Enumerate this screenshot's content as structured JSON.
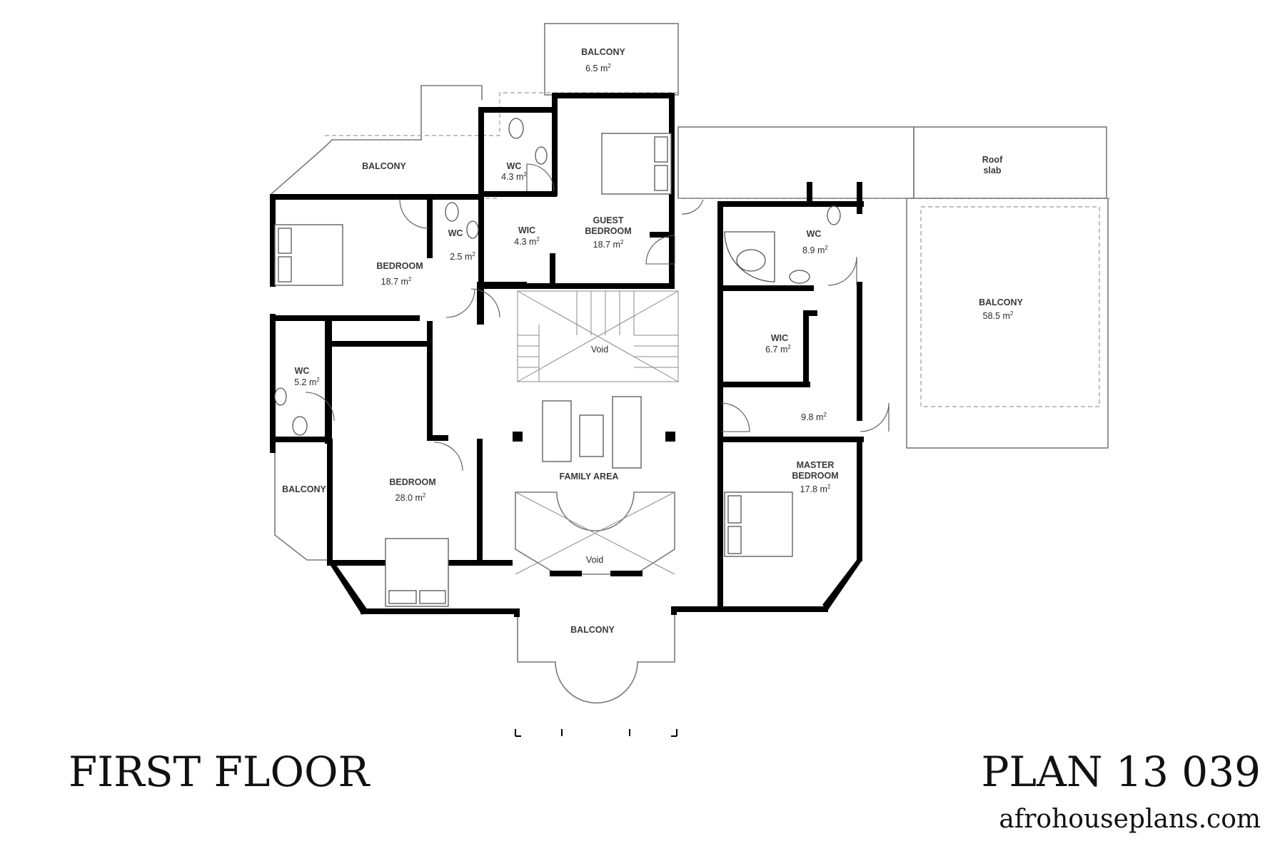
{
  "drawing": {
    "title": "FIRST FLOOR",
    "plan_number": "PLAN 13 039",
    "website": "afrohouseplans.com",
    "area_unit": "m",
    "area_unit_exponent": "2"
  },
  "rooms": {
    "balcony_top": {
      "name": "BALCONY",
      "area": "6.5"
    },
    "balcony_left_upper": {
      "name": "BALCONY"
    },
    "wc_top": {
      "name": "WC",
      "area": "4.3"
    },
    "wic_top": {
      "name": "WIC",
      "area": "4.3"
    },
    "guest_bedroom": {
      "name": "GUEST",
      "name2": "BEDROOM",
      "area": "18.7"
    },
    "roof_slab": {
      "name": "Roof",
      "name2": "slab"
    },
    "wc_small": {
      "name": "WC",
      "area": "2.5"
    },
    "bedroom_upper": {
      "name": "BEDROOM",
      "area": "18.7"
    },
    "wc_master": {
      "name": "WC",
      "area": "8.9"
    },
    "balcony_right": {
      "name": "BALCONY",
      "area": "58.5"
    },
    "void_stair": {
      "name": "Void"
    },
    "wic_master": {
      "name": "WIC",
      "area": "6.7"
    },
    "wc_left": {
      "name": "WC",
      "area": "5.2"
    },
    "lobby_master": {
      "area": "9.8"
    },
    "family_area": {
      "name": "FAMILY AREA"
    },
    "master_bedroom": {
      "name": "MASTER",
      "name2": "BEDROOM",
      "area": "17.8"
    },
    "balcony_left_lower": {
      "name": "BALCONY"
    },
    "bedroom_lower": {
      "name": "BEDROOM",
      "area": "28.0"
    },
    "void_front": {
      "name": "Void"
    },
    "balcony_bottom": {
      "name": "BALCONY"
    }
  }
}
